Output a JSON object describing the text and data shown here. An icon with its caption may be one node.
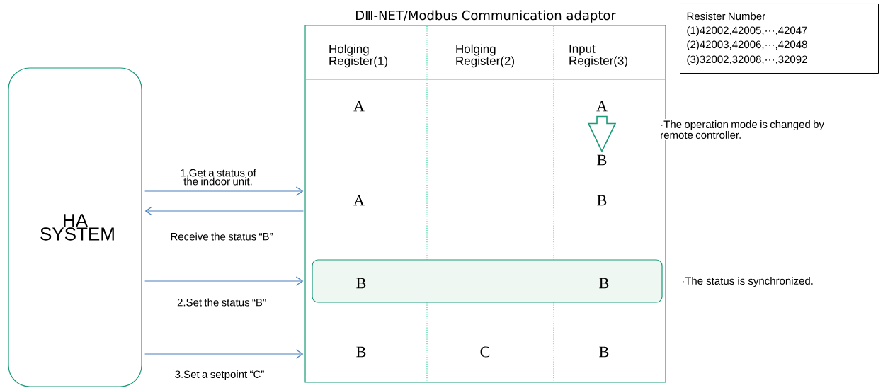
{
  "diagram": {
    "nodes": [
      {
        "text": [
          "HA SYSTEM"
        ]
      },
      {
        "text": [
          "DⅢ-NET/Modbus Communication adaptor"
        ]
      },
      {
        "text": [
          "A"
        ],
        "in": 1
      },
      {
        "text": [
          "B"
        ],
        "in": 1
      },
      {
        "text": [
          "B",
          "B"
        ],
        "in": 1
      },
      {
        "text": [
          "Resister  Number",
          "(1)42002,42005,···,42047",
          "(2)42003,42006,···,42048",
          "(3)32002,32008,···,32092"
        ]
      }
    ],
    "edges": [
      {
        "from": 0,
        "to": 1,
        "arrow": "to",
        "label": "1.Get a status of the indoor unit."
      },
      {
        "from": 1,
        "to": 0,
        "arrow": "to",
        "label": "Receive  the status “B”"
      },
      {
        "from": 0,
        "to": 1,
        "arrow": "to",
        "label": "2.Set the status “B”"
      },
      {
        "from": 0,
        "to": 1,
        "arrow": "to",
        "label": "3.Set a setpoint “C”"
      },
      {
        "from": 2,
        "to": 3,
        "arrow": "to",
        "color": "#1a9a78"
      }
    ],
    "labels": [
      "Holging Register(1)",
      "Holging Register(2)",
      "Input Register(3)",
      "A",
      "·The operation mode is changed by remote controller.",
      "A",
      "B",
      "B",
      "C",
      "B",
      "·The status is synchronized."
    ]
  }
}
